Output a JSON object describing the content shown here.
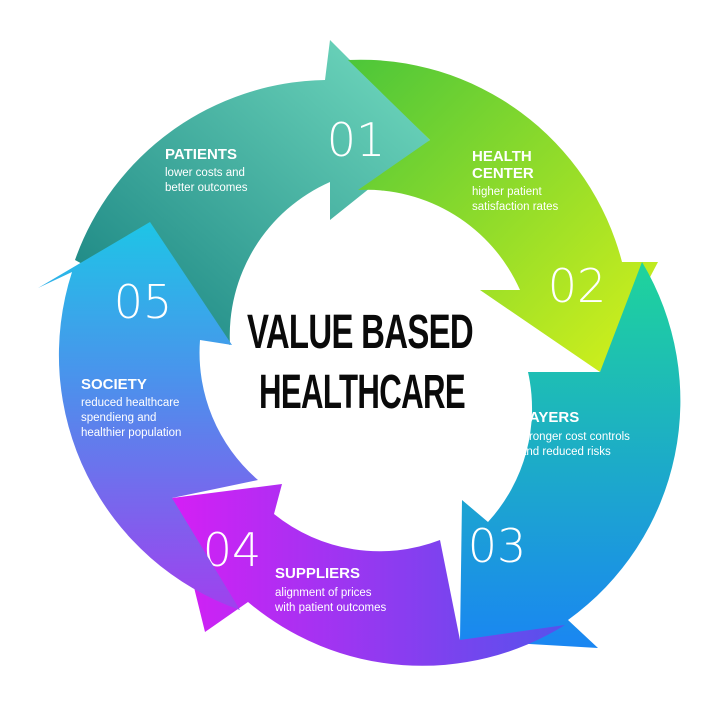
{
  "center": {
    "line1": "VALUE BASED",
    "line2": "HEALTHCARE"
  },
  "segments": [
    {
      "number": "01",
      "title": "PATIENTS",
      "desc": [
        "lower costs and",
        "better outcomes"
      ],
      "color_start": "#1a8d8a",
      "color_end": "#62d4b6"
    },
    {
      "number": "02",
      "title": [
        "HEALTH",
        "CENTER"
      ],
      "desc": [
        "higher patient",
        "satisfaction rates"
      ],
      "color_start": "#64cf2c",
      "color_end": "#c6ee1b"
    },
    {
      "number": "03",
      "title": "PAYERS",
      "desc": [
        "stronger cost controls",
        "and reduced risks"
      ],
      "color_start": "#25c9a2",
      "color_end": "#1f8ff0"
    },
    {
      "number": "04",
      "title": "SUPPLIERS",
      "desc": [
        "alignment of prices",
        "with patient outcomes"
      ],
      "color_start": "#6d45e9",
      "color_end": "#d524f4"
    },
    {
      "number": "05",
      "title": "SOCIETY",
      "desc": [
        "reduced healthcare",
        "spendieng and",
        "healthier population"
      ],
      "color_start": "#9b43ee",
      "color_end": "#24bfe9"
    }
  ]
}
